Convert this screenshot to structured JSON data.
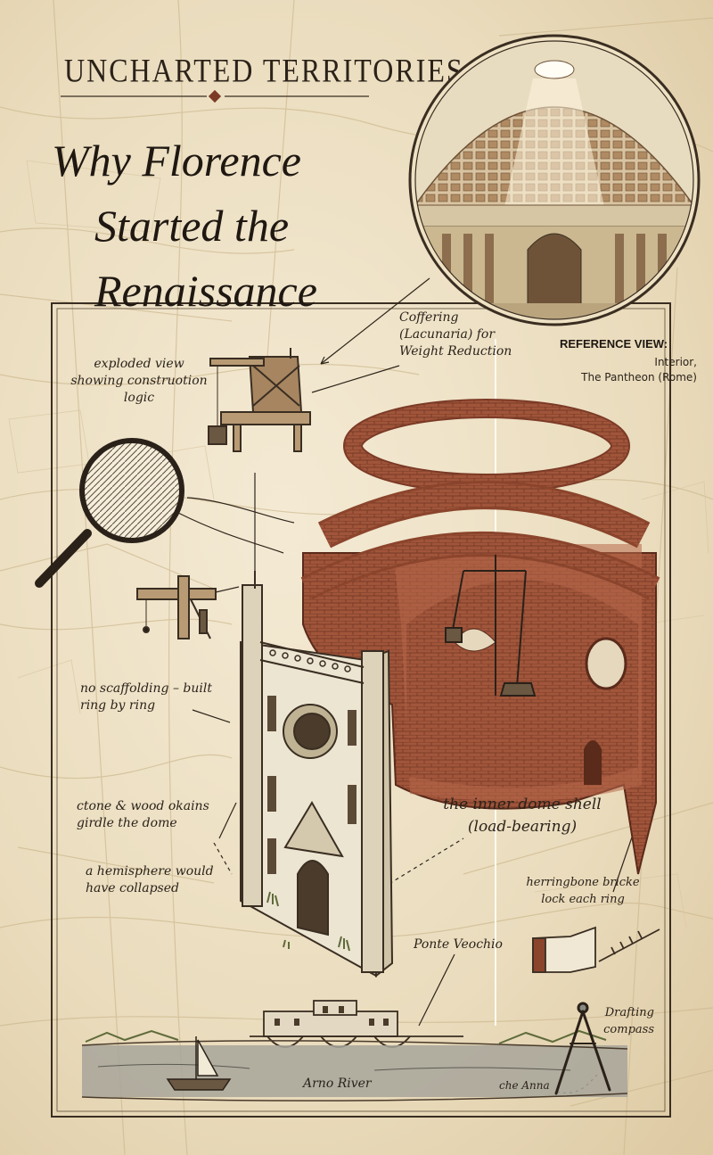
{
  "header": {
    "series": "UNCHARTED TERRITORIES",
    "title_lines": [
      "Why Florence",
      "Started the",
      "Renaissance"
    ]
  },
  "reference": {
    "label": "REFERENCE VIEW:",
    "lines": [
      "Interior,",
      "The Pantheon (Rome)"
    ]
  },
  "annotations": {
    "coffering": "Coffering (Lacunaria) for Weight Reduction",
    "exploded": "exploded view showing construotion logic",
    "scaffolding": "no scaffolding – built ring by ring",
    "chains": "ctone & wood okains girdle the dome",
    "hemisphere": "a hemisphere would have collapsed",
    "inner_shell": "the inner dome shell (load-bearing)",
    "herringbone": "herringbone bricke lock each ring",
    "ponte": "Ponte Veochio",
    "compass": "Drafting compass",
    "river": "Arno River",
    "river_alt": "che Anna"
  },
  "colors": {
    "parchment": "#efe4cb",
    "ink": "#2a2119",
    "brick": "#9a4e34",
    "brick_dark": "#6e3322",
    "stone": "#e9e2cf",
    "water": "#a7a59a"
  }
}
